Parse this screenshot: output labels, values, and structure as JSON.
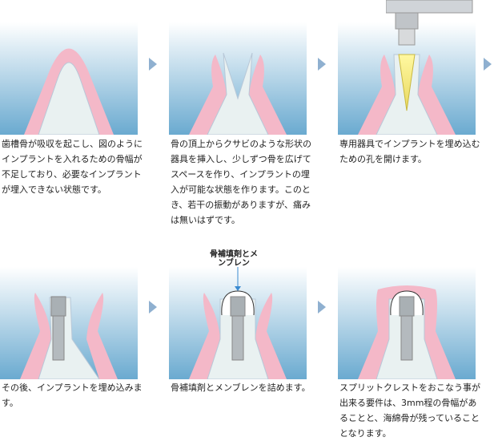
{
  "steps": [
    {
      "caption": "歯槽骨が吸収を起こし、図のようにインプラントを入れるための骨幅が不足しており、必要なインプラントが埋入できない状態です。"
    },
    {
      "caption": "骨の頂上からクサビのような形状の器具を挿入し、少しずつ骨を広げてスペースを作り、インプラントの埋入が可能な状態を作ります。このとき、若干の振動がありますが、痛みは無いはずです。"
    },
    {
      "caption": "専用器具でインプラントを埋め込むための孔を開けます。"
    },
    {
      "caption": "その後、インプラントを埋め込みます。"
    },
    {
      "caption": "骨補填剤とメンブレンを詰めます。",
      "annotation": "骨補填剤とメンブレン"
    },
    {
      "caption": "スプリットクレストをおこなう事が出来る要件は、3mm程の骨幅があることと、海綿骨が残っていることとなります。"
    }
  ],
  "colors": {
    "gum": "#f4b8c8",
    "bone": "#e9f1f1",
    "bg_top": "#ffffff",
    "bg_bottom": "#6aaad0",
    "arrow": "#8fb0d0"
  }
}
